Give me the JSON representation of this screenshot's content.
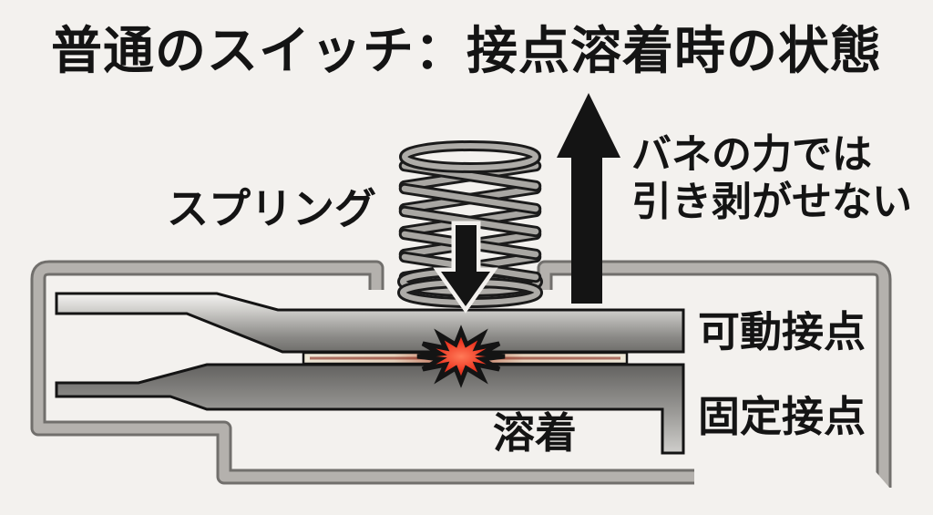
{
  "title": "普通のスイッチ：接点溶着時の状態",
  "diagram": {
    "labels": {
      "spring": "スプリング",
      "force_note_line1": "バネの力では",
      "force_note_line2": "引き剥がせない",
      "movable_contact": "可動接点",
      "fixed_contact": "固定接点",
      "weld": "溶着"
    },
    "colors": {
      "background": "#f3f1ee",
      "text": "#141414",
      "arrow": "#141414",
      "case_gray": "#b4b1ad",
      "metal_light": "#ececea",
      "metal_dark": "#6b6a67",
      "contact_strip": "#ece6d6",
      "weld_red": "#d22a1a"
    }
  }
}
